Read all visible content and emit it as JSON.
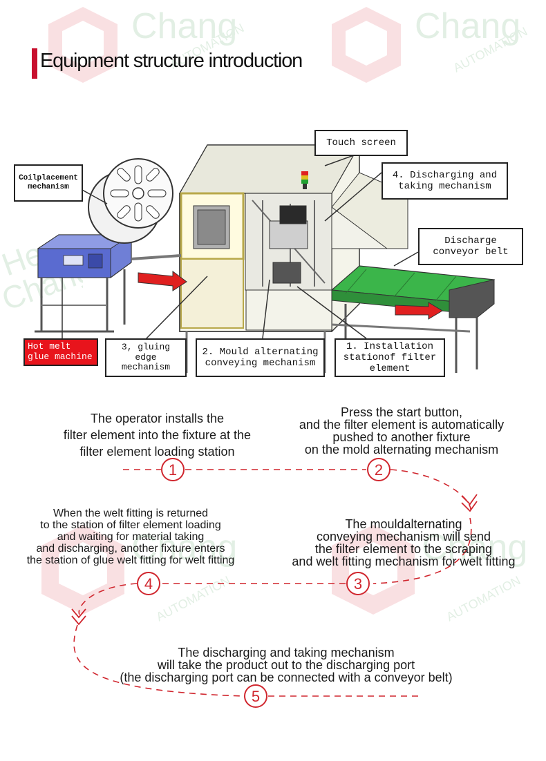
{
  "page": {
    "title": "Equipment structure introduction",
    "accent_color": "#c8102e",
    "flow_color": "#d0262e"
  },
  "watermark": {
    "brand_line1": "Heng",
    "brand_line2": "Chang",
    "brand_line3": "AUTOMATION",
    "logo_icon": "hexagon-logo-icon"
  },
  "callouts": {
    "touch_screen": "Touch screen",
    "coil_placement": "Coilplacement\nmechanism",
    "discharging_taking": "4. Discharging and\ntaking mechanism",
    "discharge_conveyor": "Discharge\nconveyor belt",
    "hot_melt": "Hot melt\nglue machine",
    "gluing_edge": "3, gluing\nedge\nmechanism",
    "mould_alternating": "2. Mould alternating\nconveying mechanism",
    "installation_station": "1. Installation\nstationof filter\nelement"
  },
  "steps": [
    {
      "number": "1",
      "text": "The operator installs the\nfilter element into the fixture at the\nfilter element loading station"
    },
    {
      "number": "2",
      "text": "Press the start button,\nand the filter element is automatically\npushed to another fixture\non the mold alternating mechanism"
    },
    {
      "number": "3",
      "text": "The mouldalternating\nconveying mechanism will send\nthe filter element to the scraping\nand welt fitting mechanism for welt fitting"
    },
    {
      "number": "4",
      "text": "When the welt fitting is returned\nto the station of filter element loading\nand waiting for material taking\nand discharging, another fixture enters\nthe station of glue welt fitting for welt fitting"
    },
    {
      "number": "5",
      "text": "The discharging and taking mechanism\nwill take the product out to the discharging port\n(the discharging port can be connected with a conveyor belt)"
    }
  ]
}
